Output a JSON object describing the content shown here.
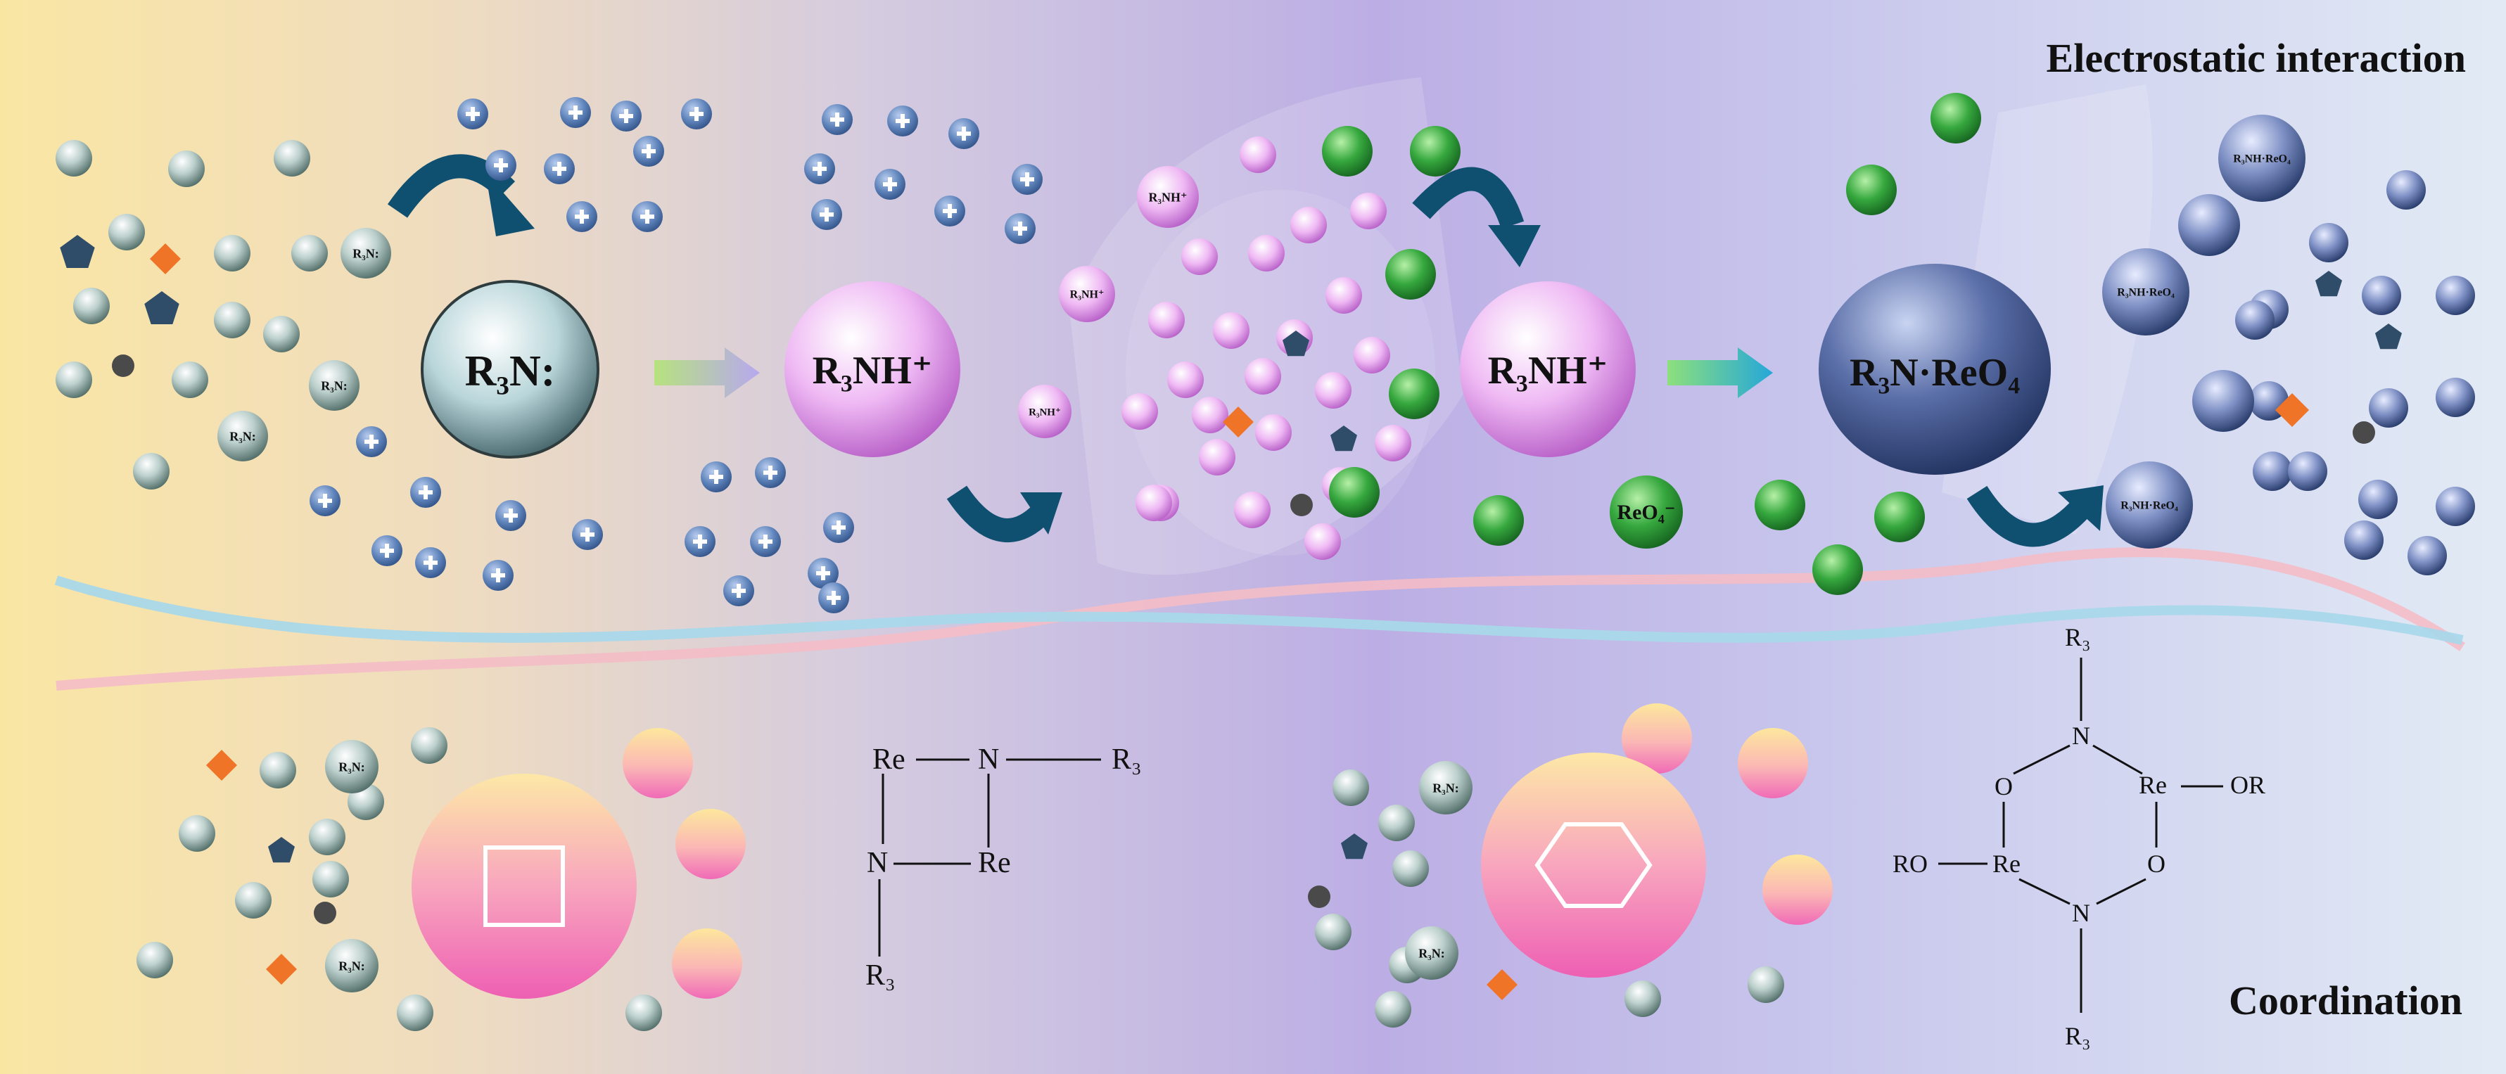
{
  "headings": {
    "top_right": "Electrostatic interaction",
    "bottom_right": "Coordination"
  },
  "species": {
    "amine_big": "R₃N:",
    "amine_small": "R₃N:",
    "protonated_big": "R₃NH⁺",
    "protonated_small": "R₃NH⁺",
    "perrhenate": "ReO₄⁻",
    "complex_big": "R₃N·ReO₄",
    "complex_small": "R₃NH·ReO₄"
  },
  "structure_four_ring": {
    "re_top": "Re",
    "n_top": "N",
    "r3_right": "R₃",
    "n_left": "N",
    "re_bottom": "Re",
    "r3_bottom": "R₃"
  },
  "structure_six_ring": {
    "r3_top": "R₃",
    "n_top": "N",
    "o_left": "O",
    "re_right": "Re",
    "or_right": "OR",
    "ro_left": "RO",
    "re_left": "Re",
    "o_right": "O",
    "n_bottom": "N",
    "r3_bottom": "R₃"
  },
  "colors": {
    "bg_left": "#f9e6a6",
    "bg_mid": "#c4b6e2",
    "bg_right": "#dde6f4",
    "cation": "#5f84bb",
    "amine_sphere": "#8fa9a3",
    "pink_sphere": "#e7a6ef",
    "green_sphere": "#2f9a3a",
    "complex_sphere": "#6f7fb3",
    "curved_arrow": "#0f4f70",
    "diamond": "#f07428",
    "pentagon": "#2f4c68",
    "dot": "#4a4a4a"
  }
}
